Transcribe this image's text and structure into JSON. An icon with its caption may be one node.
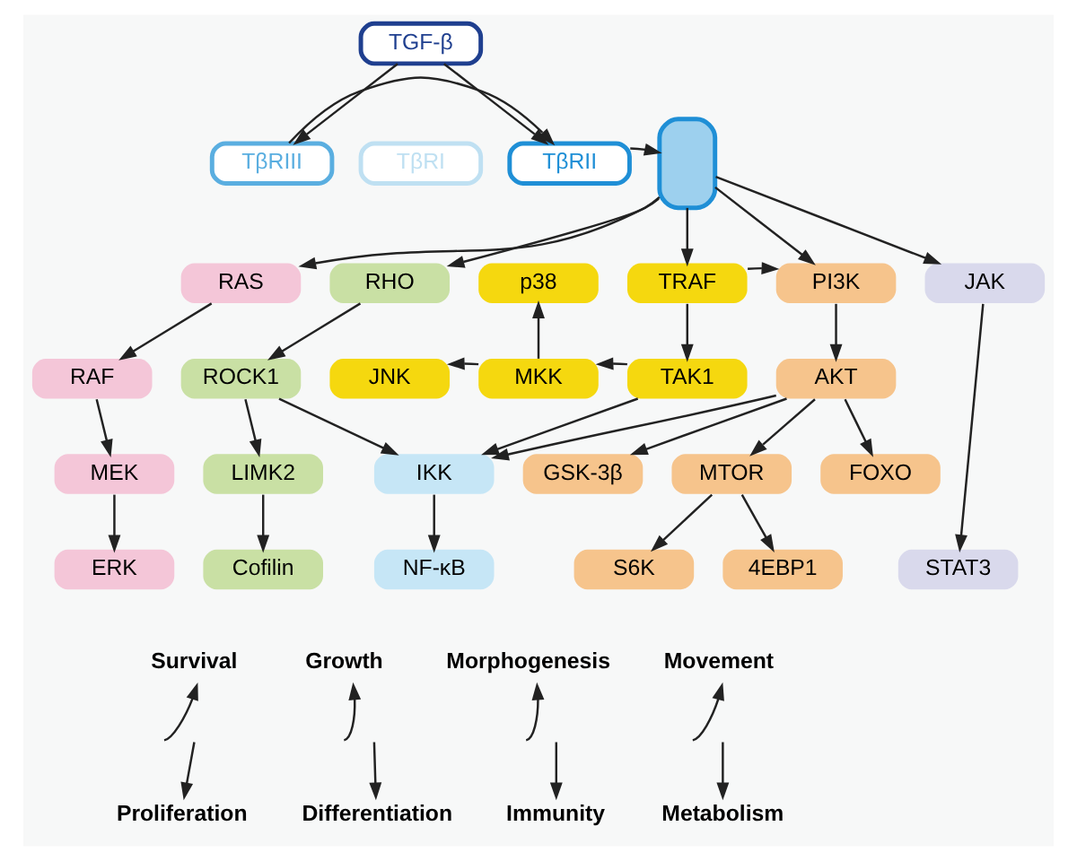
{
  "diagram": {
    "nodes": [
      {
        "text": [
          "TGF-β"
        ]
      },
      {
        "text": [
          "TβRIII"
        ]
      },
      {
        "text": [
          "TβRI"
        ]
      },
      {
        "text": [
          "TβRII"
        ]
      },
      {
        "text": [],
        "shape": "box"
      },
      {
        "text": [
          "RAS"
        ]
      },
      {
        "text": [
          "RHO"
        ]
      },
      {
        "text": [
          "p38"
        ]
      },
      {
        "text": [
          "TRAF"
        ]
      },
      {
        "text": [
          "PI3K"
        ]
      },
      {
        "text": [
          "JAK"
        ]
      },
      {
        "text": [
          "RAF"
        ]
      },
      {
        "text": [
          "ROCK1"
        ]
      },
      {
        "text": [
          "JNK"
        ]
      },
      {
        "text": [
          "MKK"
        ]
      },
      {
        "text": [
          "TAK1"
        ]
      },
      {
        "text": [
          "AKT"
        ]
      },
      {
        "text": [
          "MEK"
        ]
      },
      {
        "text": [
          "LIMK2"
        ]
      },
      {
        "text": [
          "IKK"
        ]
      },
      {
        "text": [
          "GSK-3β"
        ]
      },
      {
        "text": [
          "MTOR"
        ]
      },
      {
        "text": [
          "FOXO"
        ]
      },
      {
        "text": [
          "ERK"
        ]
      },
      {
        "text": [
          "Cofilin"
        ]
      },
      {
        "text": [
          "NF-κB"
        ]
      },
      {
        "text": [
          "S6K"
        ]
      },
      {
        "text": [
          "4EBP1"
        ]
      },
      {
        "text": [
          "STAT3"
        ]
      },
      {
        "text": [
          "Survival"
        ]
      },
      {
        "text": [
          "Growth"
        ]
      },
      {
        "text": [
          "Morphogenesis"
        ]
      },
      {
        "text": [
          "Movement"
        ]
      },
      {
        "text": [
          "Proliferation"
        ]
      },
      {
        "text": [
          "Differentiation"
        ]
      },
      {
        "text": [
          "Immunity"
        ]
      },
      {
        "text": [
          "Metabolism"
        ]
      }
    ],
    "edges": [
      {
        "from": 0,
        "to": 1,
        "arrow": "to"
      },
      {
        "from": 0,
        "to": 3,
        "arrow": "to"
      },
      {
        "from": 1,
        "to": 3,
        "arrow": "to"
      },
      {
        "from": 3,
        "to": 4,
        "arrow": "to"
      },
      {
        "from": 4,
        "to": 5,
        "arrow": "to"
      },
      {
        "from": 4,
        "to": 6,
        "arrow": "to"
      },
      {
        "from": 4,
        "to": 8,
        "arrow": "to"
      },
      {
        "from": 4,
        "to": 9,
        "arrow": "to"
      },
      {
        "from": 4,
        "to": 10,
        "arrow": "to"
      },
      {
        "from": 5,
        "to": 11,
        "arrow": "to"
      },
      {
        "from": 6,
        "to": 12,
        "arrow": "to"
      },
      {
        "from": 8,
        "to": 9,
        "arrow": "to"
      },
      {
        "from": 8,
        "to": 15,
        "arrow": "to"
      },
      {
        "from": 9,
        "to": 16,
        "arrow": "to"
      },
      {
        "from": 15,
        "to": 14,
        "arrow": "to"
      },
      {
        "from": 14,
        "to": 13,
        "arrow": "to"
      },
      {
        "from": 14,
        "to": 7,
        "arrow": "to"
      },
      {
        "from": 11,
        "to": 17,
        "arrow": "to"
      },
      {
        "from": 12,
        "to": 18,
        "arrow": "to"
      },
      {
        "from": 12,
        "to": 19,
        "arrow": "to"
      },
      {
        "from": 15,
        "to": 19,
        "arrow": "to"
      },
      {
        "from": 16,
        "to": 19,
        "arrow": "to"
      },
      {
        "from": 16,
        "to": 20,
        "arrow": "to"
      },
      {
        "from": 16,
        "to": 21,
        "arrow": "to"
      },
      {
        "from": 16,
        "to": 22,
        "arrow": "to"
      },
      {
        "from": 17,
        "to": 23,
        "arrow": "to"
      },
      {
        "from": 18,
        "to": 24,
        "arrow": "to"
      },
      {
        "from": 19,
        "to": 25,
        "arrow": "to"
      },
      {
        "from": 21,
        "to": 26,
        "arrow": "to"
      },
      {
        "from": 21,
        "to": 27,
        "arrow": "to"
      },
      {
        "from": 10,
        "to": 28,
        "arrow": "to"
      },
      {
        "from": null,
        "to": 29,
        "arrow": "to"
      },
      {
        "from": null,
        "to": 30,
        "arrow": "to"
      },
      {
        "from": null,
        "to": 31,
        "arrow": "to"
      },
      {
        "from": null,
        "to": 32,
        "arrow": "to"
      },
      {
        "from": null,
        "to": 33,
        "arrow": "to"
      },
      {
        "from": null,
        "to": 34,
        "arrow": "to"
      },
      {
        "from": null,
        "to": 35,
        "arrow": "to"
      },
      {
        "from": null,
        "to": 36,
        "arrow": "to"
      }
    ]
  }
}
